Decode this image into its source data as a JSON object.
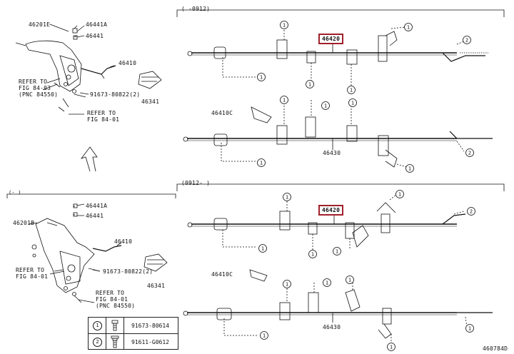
{
  "diagram_id": "460784D",
  "callout_numbers": {
    "one": "1",
    "two": "2"
  },
  "left_top": {
    "lever_assy": "46201E",
    "cover_a": "46441A",
    "cover": "46441",
    "switch": "46410",
    "bolt_pn": "91673-80822",
    "bolt_qty": "(2)",
    "bracket": "46341",
    "ref1_line1": "REFER TO",
    "ref1_line2": "FIG 84-03",
    "ref1_line3": "(PNC 84550)",
    "ref2_line1": "REFER TO",
    "ref2_line2": "FIG 84-01"
  },
  "left_bottom": {
    "range_label": "(-  )",
    "lever_assy": "46201B",
    "cover_a": "46441A",
    "cover": "46441",
    "switch": "46410",
    "bolt_pn": "91673-80822",
    "bolt_qty": "(2)",
    "bracket": "46341",
    "ref1_line1": "REFER TO",
    "ref1_line2": "FIG 84-01",
    "ref2_line1": "REFER TO",
    "ref2_line2": "FIG 84-01",
    "ref2_line3": "(PNC 84550)"
  },
  "right_top": {
    "range_label": "(     -0912)",
    "cable_no2": "46420",
    "clamp": "46410C",
    "cable_no3": "46430"
  },
  "right_bottom": {
    "range_label": "(0912-    )",
    "cable_no2": "46420",
    "clamp": "46410C",
    "cable_no3": "46430"
  },
  "legend": {
    "rows": [
      {
        "num": "1",
        "part": "91673-80614"
      },
      {
        "num": "2",
        "part": "91611-G0612"
      }
    ]
  }
}
